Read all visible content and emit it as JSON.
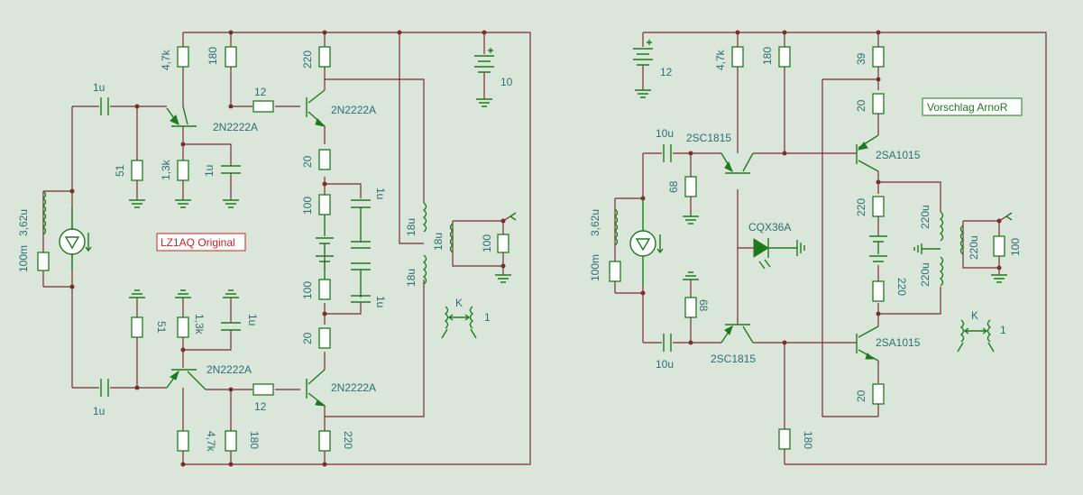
{
  "left_circuit": {
    "title": "LZ1AQ Original",
    "labels": {
      "r_top_47k": "4,7k",
      "r_top_180": "180",
      "r_top_220": "220",
      "cap_in_top": "1u",
      "r_series_top": "12",
      "q1": "2N2222A",
      "q2": "2N2222A",
      "r_51_top": "51",
      "r_13k_top": "1,3k",
      "c_1u_top": "1u",
      "r_20_top": "20",
      "c_1u_right_top": "1u",
      "r_100_top": "100",
      "r_100_bot": "100",
      "c_1u_right_bot": "1u",
      "r_20_bot": "20",
      "battery": "10",
      "l_18u_a": "18u",
      "l_18u_b": "18u",
      "l_18u_c": "18u",
      "r_load": "100",
      "k_label": "K",
      "k_value": "1",
      "src_l": "3,62u",
      "src_r": "100m",
      "r_51_bot": "51",
      "r_13k_bot": "1,3k",
      "c_1u_bot": "1u",
      "q3": "2N2222A",
      "q4": "2N2222A",
      "r_series_bot": "12",
      "cap_in_bot": "1u",
      "r_bot_47k": "4,7k",
      "r_bot_180": "180",
      "r_bot_220": "220"
    }
  },
  "right_circuit": {
    "title": "Vorschlag ArnoR",
    "labels": {
      "battery": "12",
      "r_47k": "4,7k",
      "r_180": "180",
      "r_39": "39",
      "c_in_top": "10u",
      "q_top": "2SC1815",
      "q_pnp_top": "2SA1015",
      "r_20_top": "20",
      "r_68_top": "68",
      "led": "CQX36A",
      "r_220_top": "220",
      "l_220_a": "220u",
      "l_220_b": "220u",
      "l_220_c": "220u",
      "r_load": "100",
      "src_l": "3,62u",
      "src_r": "100m",
      "r_68_bot": "68",
      "r_220_bot": "220",
      "k_label": "K",
      "k_value": "1",
      "c_in_bot": "10u",
      "q_bot": "2SC1815",
      "q_pnp_bot": "2SA1015",
      "r_20_bot": "20",
      "r_180_bot": "180"
    }
  },
  "colors": {
    "background": "#d9e6d9",
    "wire": "#7a2e2e",
    "component": "#1f7a1f",
    "label": "#2f6f6f",
    "title_left_border": "#cc2222",
    "title_right_border": "#1f7a1f"
  }
}
